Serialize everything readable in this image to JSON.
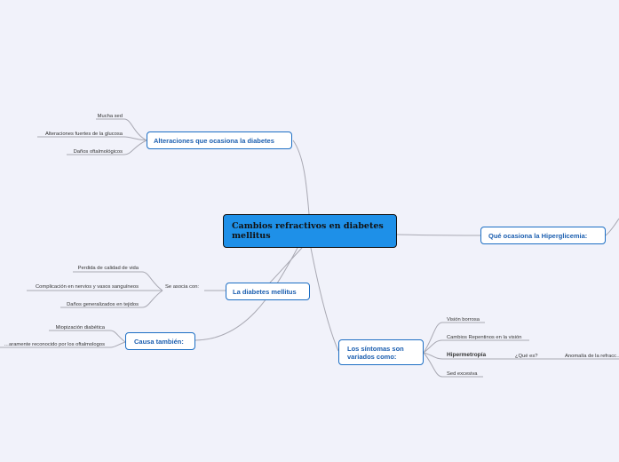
{
  "central": "Cambios refractivos en diabetes mellitus",
  "topics": {
    "alteraciones": {
      "label": "Alteraciones que ocasiona la diabetes",
      "items": [
        "Mucha sed",
        "Alteraciones fuertes de la glucosa",
        "Daños oftalmológicos"
      ]
    },
    "diabetes": {
      "label": "La diabetes mellitus",
      "connector": "Se asocia con:",
      "items": [
        "Perdida de calidad de vida",
        "Complicación en nervios y vasos sanguíneos",
        "Daños generalizados en tejidos"
      ]
    },
    "causa": {
      "label": "Causa también:",
      "items": [
        "Miopización diabética",
        "…aramente reconocido por los oftalmologos"
      ]
    },
    "sintomas": {
      "label": "Los síntomas son variados como:",
      "items": [
        "Visión borrosa",
        "Cambios Repentinos en la visión",
        "Hipermetropía",
        "Sed excesiva"
      ],
      "hiper_question": "¿Qué es?",
      "hiper_answer": "Anomalía de la refracc…"
    },
    "hiperglicemia": {
      "label": "Qué ocasiona la Hiperglicemia:"
    }
  },
  "colors": {
    "background": "#f1f2fa",
    "central_fill": "#1e90e8",
    "topic_border": "#1c6ec4",
    "topic_text": "#1c5fb0",
    "link": "#a9a9b3"
  }
}
